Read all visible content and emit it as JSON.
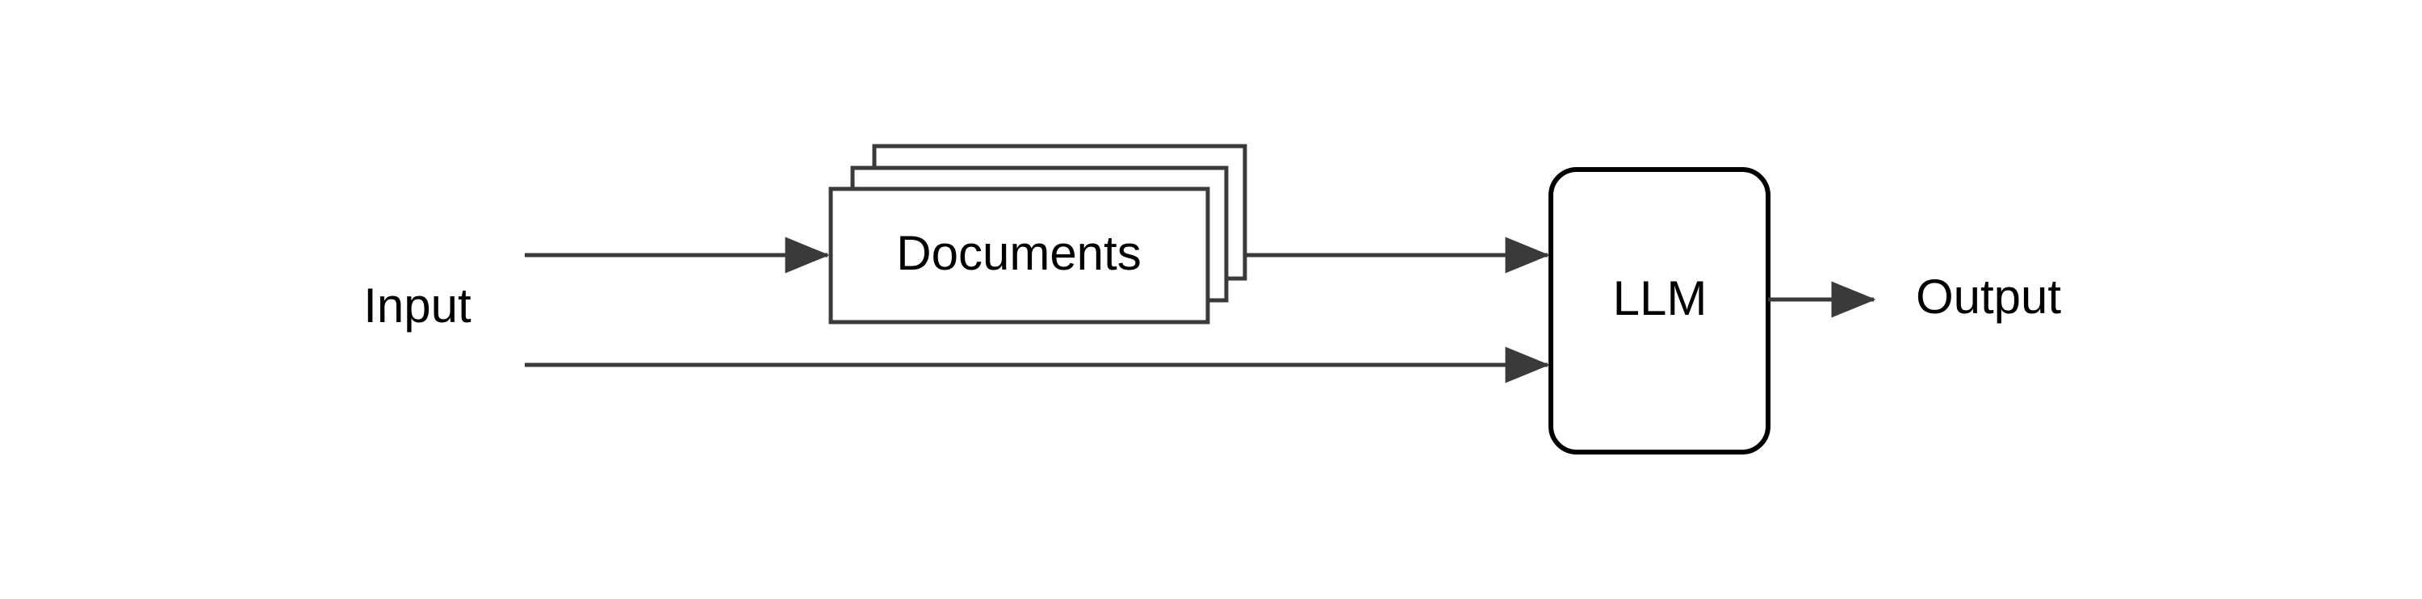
{
  "diagram": {
    "type": "flow-diagram",
    "background_color": "#ffffff",
    "stroke_color": "#3a3a3a",
    "node_stroke_color": "#000000",
    "text_color": "#000000",
    "nodes": [
      {
        "id": "input",
        "kind": "text-label",
        "label": "Input",
        "font_size": 60
      },
      {
        "id": "documents",
        "kind": "stacked-rectangles",
        "label": "Documents",
        "font_size": 60,
        "stack_count": 3
      },
      {
        "id": "llm",
        "kind": "rounded-rectangle",
        "label": "LLM",
        "font_size": 60
      },
      {
        "id": "output",
        "kind": "text-label",
        "label": "Output",
        "font_size": 60
      }
    ],
    "edges": [
      {
        "id": "input-to-documents",
        "from": "input",
        "to": "documents",
        "arrowhead": "filled-triangle",
        "label": ""
      },
      {
        "id": "documents-to-llm",
        "from": "documents",
        "to": "llm",
        "arrowhead": "filled-triangle",
        "label": ""
      },
      {
        "id": "input-to-llm",
        "from": "input",
        "to": "llm",
        "arrowhead": "filled-triangle",
        "label": ""
      },
      {
        "id": "llm-to-output",
        "from": "llm",
        "to": "output",
        "arrowhead": "filled-triangle",
        "label": ""
      }
    ]
  }
}
